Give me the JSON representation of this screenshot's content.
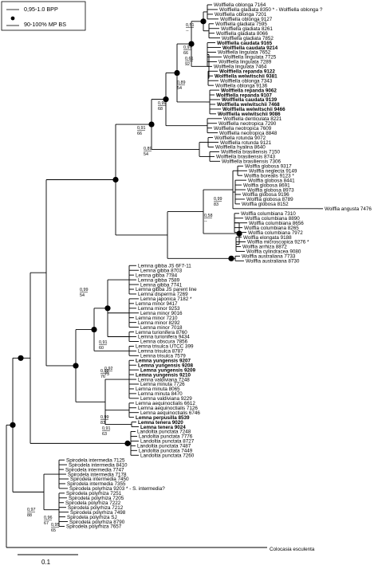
{
  "legend": {
    "bpp_label": "0,95-1.0 BPP",
    "bs_label": "90-100% MP BS"
  },
  "scale_bar": {
    "label": "0.1"
  },
  "outgroup": "Colocasia esculenta",
  "taxa": [
    {
      "t": "Wolffiella oblonga 7164"
    },
    {
      "t": "Wolffiella gladiata 8350 * - Wolffiella oblonga ?"
    },
    {
      "t": "Wolffiella oblonga 7201"
    },
    {
      "t": "Wolffiella oblonga 9127"
    },
    {
      "t": "Wolffiella gladiata 7595"
    },
    {
      "t": "Wolffiella gladiata 8261"
    },
    {
      "t": "Wolffiella gladiata 8066"
    },
    {
      "t": "Wolffiella gladiata 7852"
    },
    {
      "t": "Wolffiella caudata 9165",
      "b": true
    },
    {
      "t": "Wolffiella caudata 9214",
      "b": true
    },
    {
      "t": "Wolffiella lingulata 7652"
    },
    {
      "t": "Wolffiella lingulata 7725"
    },
    {
      "t": "Wolffiella lingulata 7289"
    },
    {
      "t": "Wolffiella lingulata 7464"
    },
    {
      "t": "Wolffiella repanda 9122",
      "b": true
    },
    {
      "t": "Wolffiella welwitschii 9381",
      "b": true
    },
    {
      "t": "Wolffiella oblonga 7343"
    },
    {
      "t": "Wolffiella oblonga 9136"
    },
    {
      "t": "Wolffiella repanda 9062",
      "b": true
    },
    {
      "t": "Wolffiella repanda 9107",
      "b": true
    },
    {
      "t": "Wolffiella caudata 9139",
      "b": true
    },
    {
      "t": "Wolffiella welwitschii 7468",
      "b": true
    },
    {
      "t": "Wolffiella welwitschii 9466",
      "b": true
    },
    {
      "t": "Wolffiella welwitschii 9086",
      "b": true
    },
    {
      "t": "Wolffiella denticulata 8221"
    },
    {
      "t": "Wolffiella neotropica 7290"
    },
    {
      "t": "Wolffiella neotropica 7609"
    },
    {
      "t": "Wolffiella neotropica 8848"
    },
    {
      "t": "Wolffiella rotunda 9072"
    },
    {
      "t": "Wolffiella rotunda 9121"
    },
    {
      "t": "Wolffiella hyalina 8640"
    },
    {
      "t": "Wolffiella brasiliensis 7150"
    },
    {
      "t": "Wolffiella brasiliensis 8743"
    },
    {
      "t": "Wolffiella brasiliensis 7306"
    },
    {
      "t": "Wolffia globosa 9317"
    },
    {
      "t": "Wolffia neglecta 9149"
    },
    {
      "t": "Wolffia borealis 9123 *"
    },
    {
      "t": "Wolffia globosa 8441"
    },
    {
      "t": "Wolffia globosa 8691"
    },
    {
      "t": "Wolffia globosa 8973"
    },
    {
      "t": "Wolffia globosa 9196"
    },
    {
      "t": "Wolffia globosa 8789"
    },
    {
      "t": "Wolffia globosa 8152"
    },
    {
      "t": "Wolffia angusta 7476"
    },
    {
      "t": "Wolffia columbiana 7310"
    },
    {
      "t": "Wolffia columbiana 8890"
    },
    {
      "t": "Wolffia columbiana 8656"
    },
    {
      "t": "Wolffia columbiana 8265"
    },
    {
      "t": "Wolffia columbiana 7972"
    },
    {
      "t": "Wolffia elongata 9188"
    },
    {
      "t": "Wolffia microscopica 9276 *"
    },
    {
      "t": "Wolffia arrhiza 8872"
    },
    {
      "t": "Wolffia cylindracea 9080"
    },
    {
      "t": "Wolffia australiana 7733"
    },
    {
      "t": "Wolffia australiana 8730"
    },
    {
      "t": "Lemna gibba JS 6F7-11"
    },
    {
      "t": "Lemna gibba 8703"
    },
    {
      "t": "Lemna gibba 7784"
    },
    {
      "t": "Lemna gibba 7589"
    },
    {
      "t": "Lemna gibba 7741"
    },
    {
      "t": "Lemna gibba JS parent line"
    },
    {
      "t": "Lemna disperma 7269"
    },
    {
      "t": "Lemna japonica 7182 *"
    },
    {
      "t": "Lemna minor 9417"
    },
    {
      "t": "Lemna minor 9253"
    },
    {
      "t": "Lemna minor 9016"
    },
    {
      "t": "Lemna minor 7210"
    },
    {
      "t": "Lemna minor 8292"
    },
    {
      "t": "Lemna minor 7018"
    },
    {
      "t": "Lemna turionifera 8760"
    },
    {
      "t": "Lemna turionifera 9434"
    },
    {
      "t": "Lemna obscura 7856"
    },
    {
      "t": "Lemna trisulca UTCC 399"
    },
    {
      "t": "Lemna trisulca 8787"
    },
    {
      "t": "Lemna trisulca 7579"
    },
    {
      "t": "Lemna yungensis 9207",
      "b": true
    },
    {
      "t": "Lemna yungensis 9208",
      "b": true
    },
    {
      "t": "Lemna yungensis 9209",
      "b": true
    },
    {
      "t": "Lemna yungensis 9210",
      "b": true
    },
    {
      "t": "Lemna valdiviana 7248"
    },
    {
      "t": "Lemna minuta 7726"
    },
    {
      "t": "Lemna minuta 8065"
    },
    {
      "t": "Lemna minuta 8470"
    },
    {
      "t": "Lemna valdiviana 9229"
    },
    {
      "t": "Lemna aequinoctialis 6612"
    },
    {
      "t": "Lemna aequinoctialis 7126"
    },
    {
      "t": "Lemna aequinoctialis 6746"
    },
    {
      "t": "Lemna perpusilla 8539",
      "b": true
    },
    {
      "t": "Lemna tenera 9020",
      "b": true
    },
    {
      "t": "Lemna tenera 9024",
      "b": true
    },
    {
      "t": "Landoltia punctata 7248"
    },
    {
      "t": "Landoltia punctata 7776"
    },
    {
      "t": "Landoltia punctata 8727"
    },
    {
      "t": "Landoltia punctata 7487"
    },
    {
      "t": "Landoltia punctata 7449"
    },
    {
      "t": "Landoltia punctata 7260"
    },
    {
      "t": "Spirodela intermedia 7125"
    },
    {
      "t": "Spirodela intermedia 8410"
    },
    {
      "t": "Spirodela intermedia 7747"
    },
    {
      "t": "Spirodela intermedia 7178"
    },
    {
      "t": "Spirodela intermedia 7450"
    },
    {
      "t": "Spirodela intermedia 7355"
    },
    {
      "t": "Spirodela polyrhiza 9203 * - S. intermedia?"
    },
    {
      "t": "Spirodela polyrhiza 7251"
    },
    {
      "t": "Spirodela polyrhiza 7205"
    },
    {
      "t": "Spirodela polyrhiza 7222"
    },
    {
      "t": "Spirodela polyrhiza 7212"
    },
    {
      "t": "Spirodela polyrhiza 7498"
    },
    {
      "t": "Spirodela polyrhiza SJ"
    },
    {
      "t": "Spirodela polyrhiza 8790"
    },
    {
      "t": "Spirodela polyrhiza 7657"
    }
  ],
  "supports": [
    {
      "a": "0,51",
      "b": "--"
    },
    {
      "a": "0,97",
      "b": "66"
    },
    {
      "a": "0,61",
      "b": "92"
    },
    {
      "a": "0,89",
      "b": "54"
    },
    {
      "a": "0,99",
      "b": "68"
    },
    {
      "a": "0,91",
      "b": "66"
    },
    {
      "a": "0,89",
      "b": "54"
    },
    {
      "a": "0,99",
      "b": "83"
    },
    {
      "a": "0,58",
      "b": "--"
    },
    {
      "a": "0,99",
      "b": "54"
    },
    {
      "a": "0,91",
      "b": "60"
    },
    {
      "a": "0,92",
      "b": "73"
    },
    {
      "a": "0,92",
      "b": "76"
    },
    {
      "a": "0,99",
      "b": "83"
    },
    {
      "a": "0,91",
      "b": "63"
    },
    {
      "a": "0,97",
      "b": "88"
    },
    {
      "a": "0,96",
      "b": "67"
    },
    {
      "a": "0,95",
      "b": "65"
    }
  ]
}
